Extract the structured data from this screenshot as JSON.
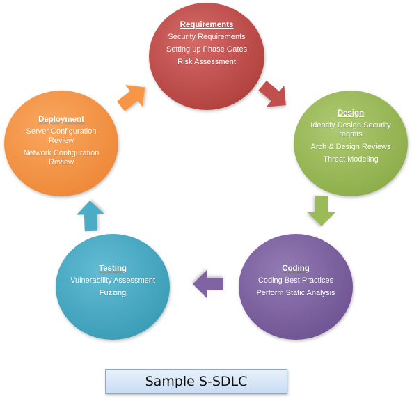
{
  "stages": [
    {
      "id": "requirements",
      "title": "Requirements",
      "items": [
        "Security Requirements",
        "Setting up Phase Gates",
        "Risk Assessment"
      ],
      "color": "#c0504d"
    },
    {
      "id": "design",
      "title": "Design",
      "items": [
        "Identify Design Security reqmts",
        "Arch & Design Reviews",
        "Threat Modeling"
      ],
      "color": "#9bbb59"
    },
    {
      "id": "coding",
      "title": "Coding",
      "items": [
        "Coding Best Practices",
        "Perform Static Analysis"
      ],
      "color": "#8064a2"
    },
    {
      "id": "testing",
      "title": "Testing",
      "items": [
        "Vulnerability Assessment",
        "Fuzzing"
      ],
      "color": "#4bacc6"
    },
    {
      "id": "deployment",
      "title": "Deployment",
      "items": [
        "Server Configuration Review",
        "Network Configuration Review"
      ],
      "color": "#f79646"
    }
  ],
  "arrows": [
    {
      "from": "requirements",
      "to": "design",
      "color": "#c0504d"
    },
    {
      "from": "design",
      "to": "coding",
      "color": "#9bbb59"
    },
    {
      "from": "coding",
      "to": "testing",
      "color": "#8064a2"
    },
    {
      "from": "testing",
      "to": "deployment",
      "color": "#4bacc6"
    },
    {
      "from": "deployment",
      "to": "requirements",
      "color": "#f79646"
    }
  ],
  "caption": "Sample S-SDLC"
}
